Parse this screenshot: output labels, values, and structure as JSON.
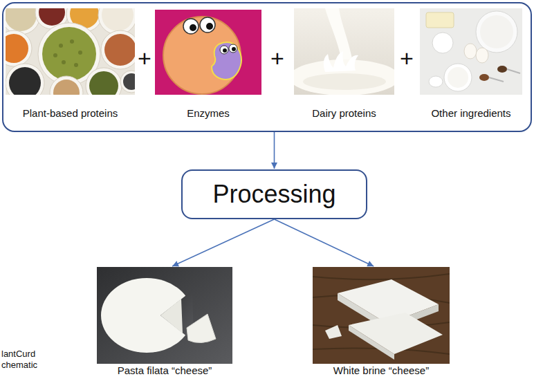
{
  "diagram": {
    "nodes": [
      {
        "text": [
          "+",
          "+",
          "+"
        ]
      },
      {
        "text": [
          "Plant-based proteins"
        ],
        "in": 0
      },
      {
        "text": [
          "Enzymes"
        ],
        "in": 0
      },
      {
        "text": [
          "Dairy proteins"
        ],
        "in": 0
      },
      {
        "text": [
          "Other ingredients"
        ],
        "in": 0
      },
      {
        "text": [
          "Processing"
        ]
      },
      {
        "text": [
          "Pasta filata “cheese”"
        ]
      },
      {
        "text": [
          "White brine “cheese”"
        ]
      }
    ],
    "edges": [
      {
        "from": 0,
        "to": 5,
        "arrow": "to"
      },
      {
        "from": 5,
        "to": 6,
        "arrow": "to"
      },
      {
        "from": 5,
        "to": 7,
        "arrow": "to"
      }
    ],
    "labels": [
      "lantCurd chematic"
    ]
  }
}
